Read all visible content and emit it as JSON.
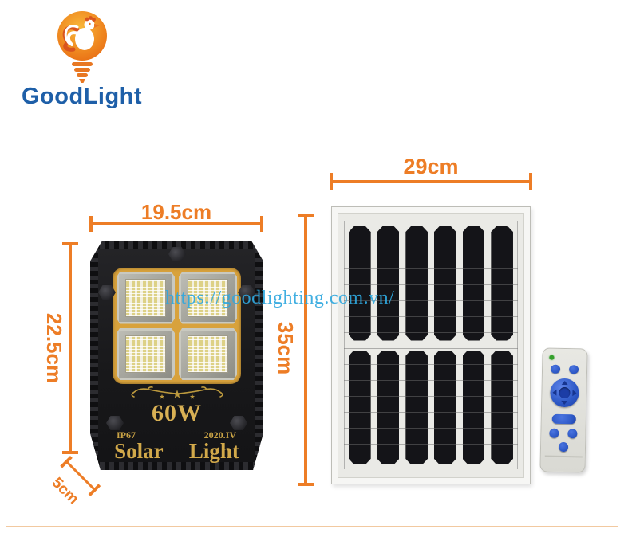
{
  "brand": {
    "name": "GoodLight"
  },
  "watermark": {
    "url": "https://goodlighting.com.vn/"
  },
  "floodlight": {
    "dimensions": {
      "width": "19.5cm",
      "height": "22.5cm",
      "depth": "5cm"
    },
    "labels": {
      "wattage": "60W",
      "ip_rating": "IP67",
      "model": "2020.IV",
      "product": "Solar Light"
    }
  },
  "solar_panel": {
    "dimensions": {
      "width": "29cm",
      "height": "35cm"
    }
  },
  "colors": {
    "dimension_accent": "#ed7d26",
    "brand_blue": "#1e5fa8",
    "bezel_gold": "#d8a23c",
    "gold_text": "#d2a94a",
    "watermark_cyan": "#2fa8df",
    "remote_button_blue": "#2c57c5"
  }
}
